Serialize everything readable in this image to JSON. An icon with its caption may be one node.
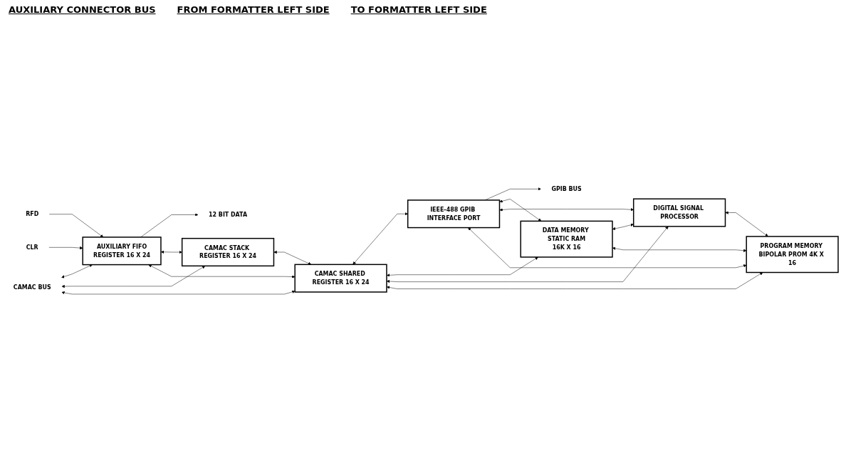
{
  "diagram": {
    "nodes": [
      {
        "text": [
          "GPIB BUS"
        ]
      },
      {
        "text": [
          "RFD"
        ]
      },
      {
        "text": [
          "CLR"
        ]
      },
      {
        "text": [
          "12 BIT DATA"
        ]
      },
      {
        "text": [
          "IEEE-488 GPIB INTERFACE PORT"
        ]
      },
      {
        "text": [
          "AUXILIARY FIFO",
          "REGISTER 16 X 24"
        ]
      },
      {
        "text": [
          "DATA MEMORY STATIC RAM",
          "16K X 16"
        ]
      },
      {
        "text": [
          "CAMAC BUS"
        ]
      },
      {
        "text": [
          "CAMAC SHARED REGISTER 16 X 24"
        ]
      },
      {
        "text": [
          "DIGITAL SIGNAL PROCESSOR"
        ]
      },
      {
        "text": [
          "CAMAC STACK REGISTER 16 X 24"
        ]
      },
      {
        "text": [
          "PROGRAM MEMORY BIPOLAR PROM 4K X 16"
        ]
      }
    ],
    "edges": [
      {
        "from": 4,
        "to": 0,
        "arrow": "to"
      },
      {
        "from": 1,
        "to": 5,
        "arrow": "to"
      },
      {
        "from": 2,
        "to": 5,
        "arrow": "to"
      },
      {
        "from": 5,
        "to": 3,
        "arrow": "to"
      },
      {
        "from": 5,
        "to": 10,
        "arrow": "both"
      },
      {
        "from": 7,
        "to": 5,
        "arrow": "both"
      },
      {
        "from": 5,
        "to": 8,
        "arrow": "both"
      },
      {
        "from": 7,
        "to": 10,
        "arrow": "both"
      },
      {
        "from": 10,
        "to": 8,
        "arrow": "both"
      },
      {
        "from": 7,
        "to": 8,
        "arrow": "both"
      },
      {
        "from": 8,
        "to": 4,
        "arrow": "both"
      },
      {
        "from": 8,
        "to": 6,
        "arrow": "both"
      },
      {
        "from": 8,
        "to": 9,
        "arrow": "both"
      },
      {
        "from": 8,
        "to": 11,
        "arrow": "both"
      },
      {
        "from": 4,
        "to": 6,
        "arrow": "both"
      },
      {
        "from": 4,
        "to": 9,
        "arrow": "both"
      },
      {
        "from": 4,
        "to": 11,
        "arrow": "both"
      },
      {
        "from": 6,
        "to": 9,
        "arrow": "both"
      },
      {
        "from": 6,
        "to": 11,
        "arrow": "both"
      },
      {
        "from": 9,
        "to": 11,
        "arrow": "both"
      }
    ],
    "labels": [
      "AUXILIARY CONNECTOR BUS",
      "FROM FORMATTER LEFT SIDE",
      "TO FORMATTER LEFT SIDE"
    ]
  }
}
